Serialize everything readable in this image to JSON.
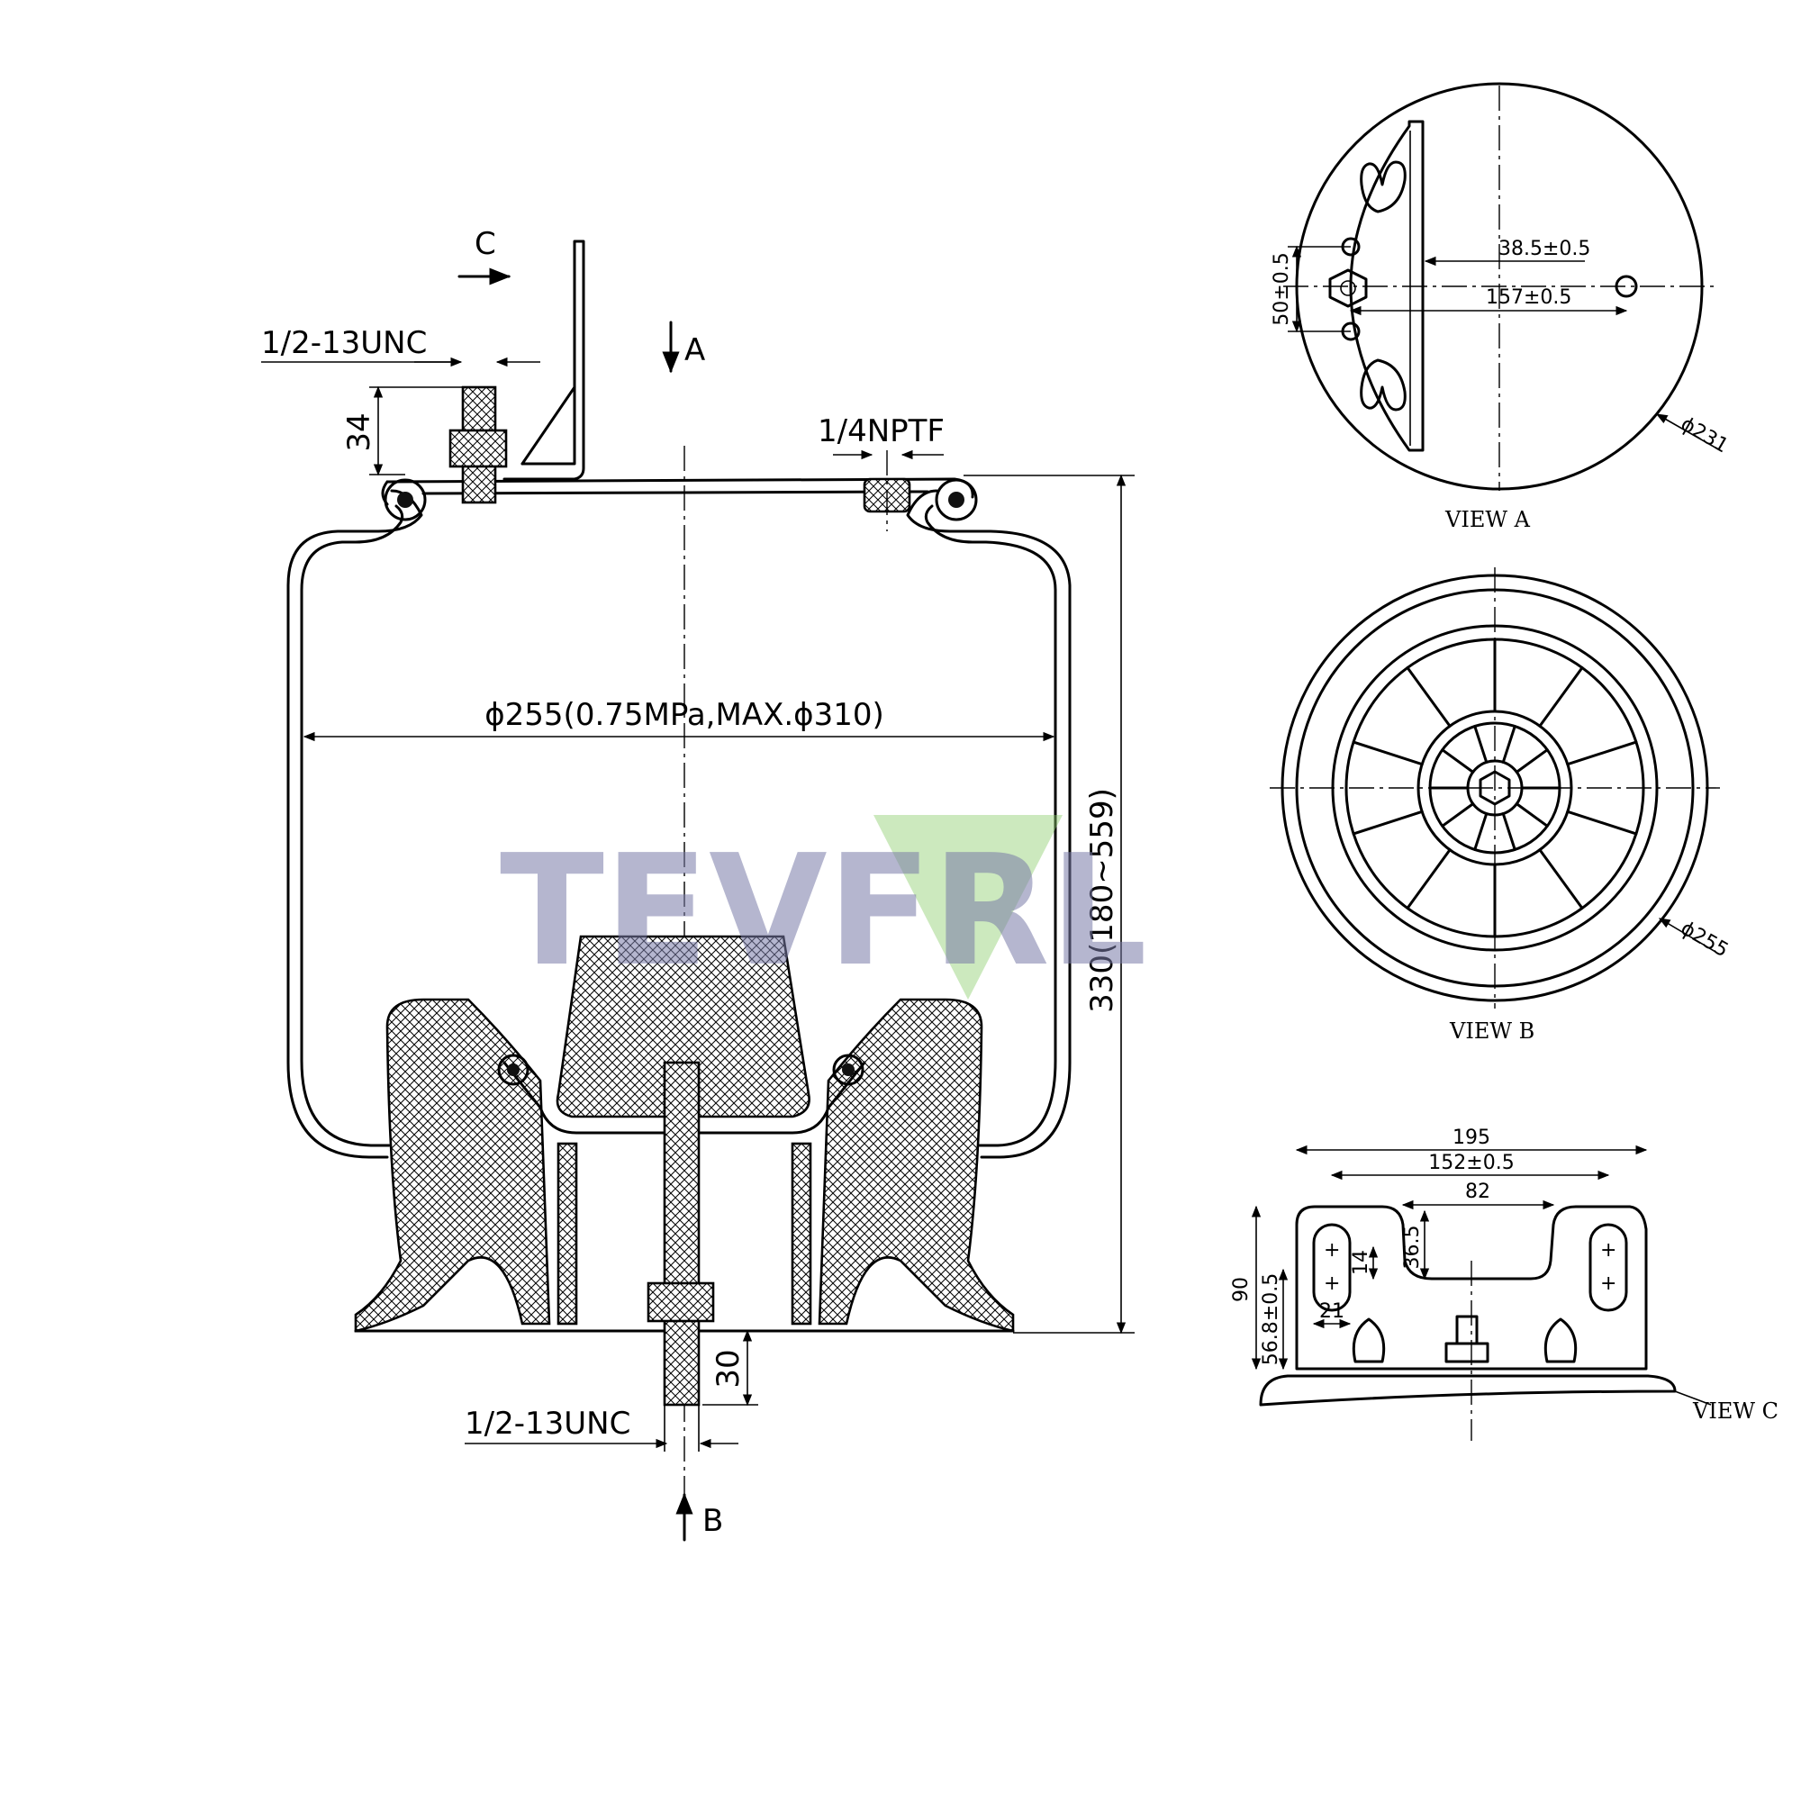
{
  "watermark": {
    "text": "TEVFRL"
  },
  "main_view": {
    "label_c": "C",
    "label_a": "A",
    "label_b": "B",
    "thread_top": "1/2-13UNC",
    "dim_stud_top": "34",
    "port": "1/4NPTF",
    "diameter": "ϕ255(0.75MPa,MAX.ϕ310)",
    "height": "330(180~559)",
    "dim_stud_bottom": "30",
    "thread_bottom": "1/2-13UNC"
  },
  "view_a": {
    "title": "VIEW A",
    "dim_1": "38.5±0.5",
    "dim_2": "157±0.5",
    "dim_3": "50±0.5",
    "dia": "ϕ231"
  },
  "view_b": {
    "title": "VIEW B",
    "dia": "ϕ255"
  },
  "view_c": {
    "title": "VIEW C",
    "dim_1": "195",
    "dim_2": "152±0.5",
    "dim_3": "82",
    "dim_4": "36.5",
    "dim_5": "14",
    "dim_6": "21",
    "dim_7": "90",
    "dim_8": "56.8±0.5"
  }
}
